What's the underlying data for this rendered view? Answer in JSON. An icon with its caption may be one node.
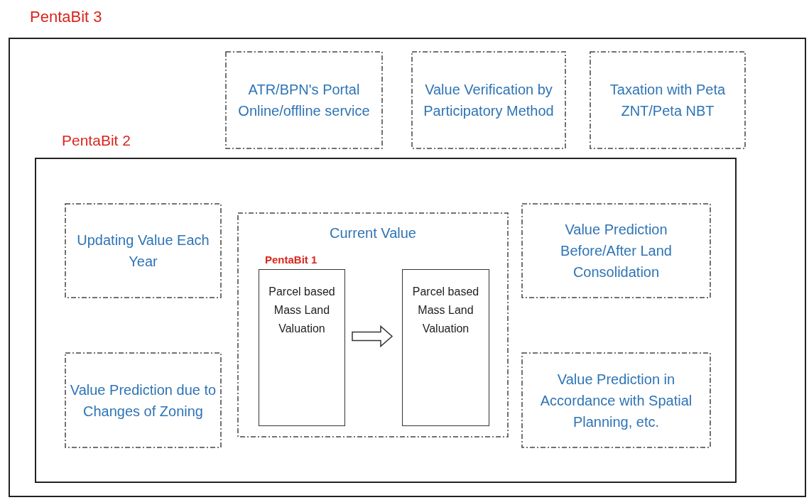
{
  "diagram": {
    "nodes": [
      {
        "text": [
          "PentaBit 3"
        ]
      },
      {
        "text": [
          "ATR/BPN's Portal Online/offline service"
        ],
        "in": 0
      },
      {
        "text": [
          "Value Verification by Participatory Method"
        ],
        "in": 0
      },
      {
        "text": [
          "Taxation with Peta ZNT/Peta NBT"
        ],
        "in": 0
      },
      {
        "text": [
          "PentaBit 2"
        ],
        "in": 0
      },
      {
        "text": [
          "Updating Value Each Year"
        ],
        "in": 4
      },
      {
        "text": [
          "Current Value"
        ],
        "in": 4
      },
      {
        "text": [
          "Value Prediction Before/After Land Consolidation"
        ],
        "in": 4
      },
      {
        "text": [
          "PentaBit 1",
          "Parcel based Mass Land Valuation"
        ],
        "in": 6
      },
      {
        "text": [
          "Parcel based Mass Land Valuation"
        ],
        "in": 6
      },
      {
        "text": [
          "Value Prediction due to Changes of Zoning"
        ],
        "in": 4
      },
      {
        "text": [
          "Value Prediction in Accordance with Spatial Planning, etc."
        ],
        "in": 4
      }
    ],
    "edges": [
      {
        "from": 8,
        "to": 9,
        "arrow": "to"
      }
    ]
  }
}
